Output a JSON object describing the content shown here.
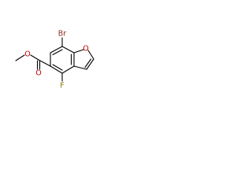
{
  "molecule": {
    "atoms": {
      "br": {
        "label": "Br",
        "color": "#8b2f1f"
      },
      "f": {
        "label": "F",
        "color": "#8a7a00"
      },
      "o_ring": {
        "label": "O",
        "color": "#c00000"
      },
      "o_carbonyl": {
        "label": "O",
        "color": "#c00000"
      },
      "o_ester": {
        "label": "O",
        "color": "#c00000"
      }
    },
    "bond_color": "#000000"
  }
}
